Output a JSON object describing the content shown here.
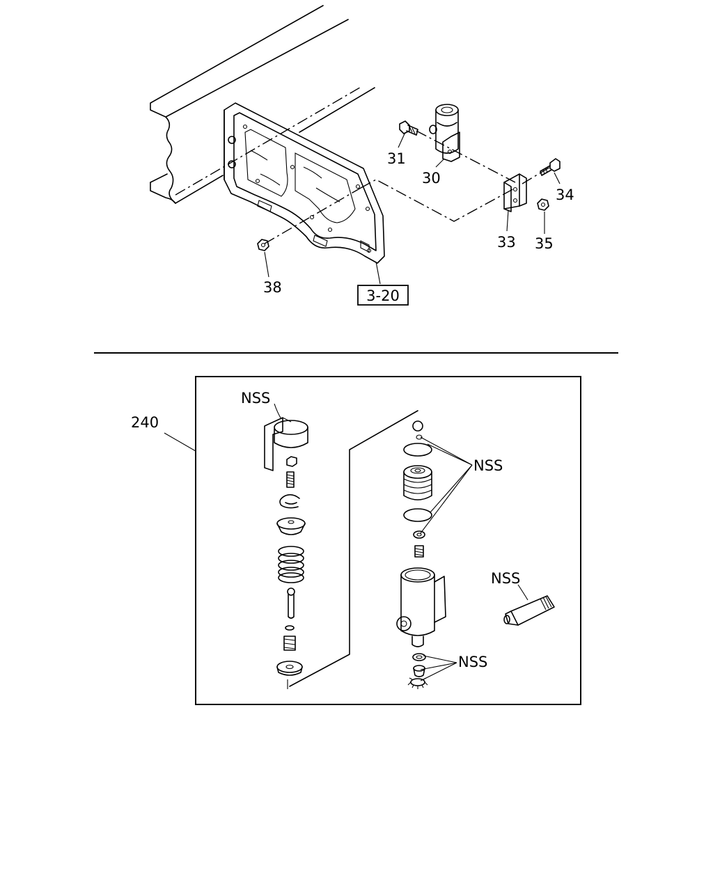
{
  "top_diagram": {
    "callouts": [
      "31",
      "30",
      "34",
      "33",
      "35",
      "38"
    ],
    "reference": "3-20"
  },
  "kit_diagram": {
    "kit_number": "240",
    "nss_label": "NSS"
  }
}
